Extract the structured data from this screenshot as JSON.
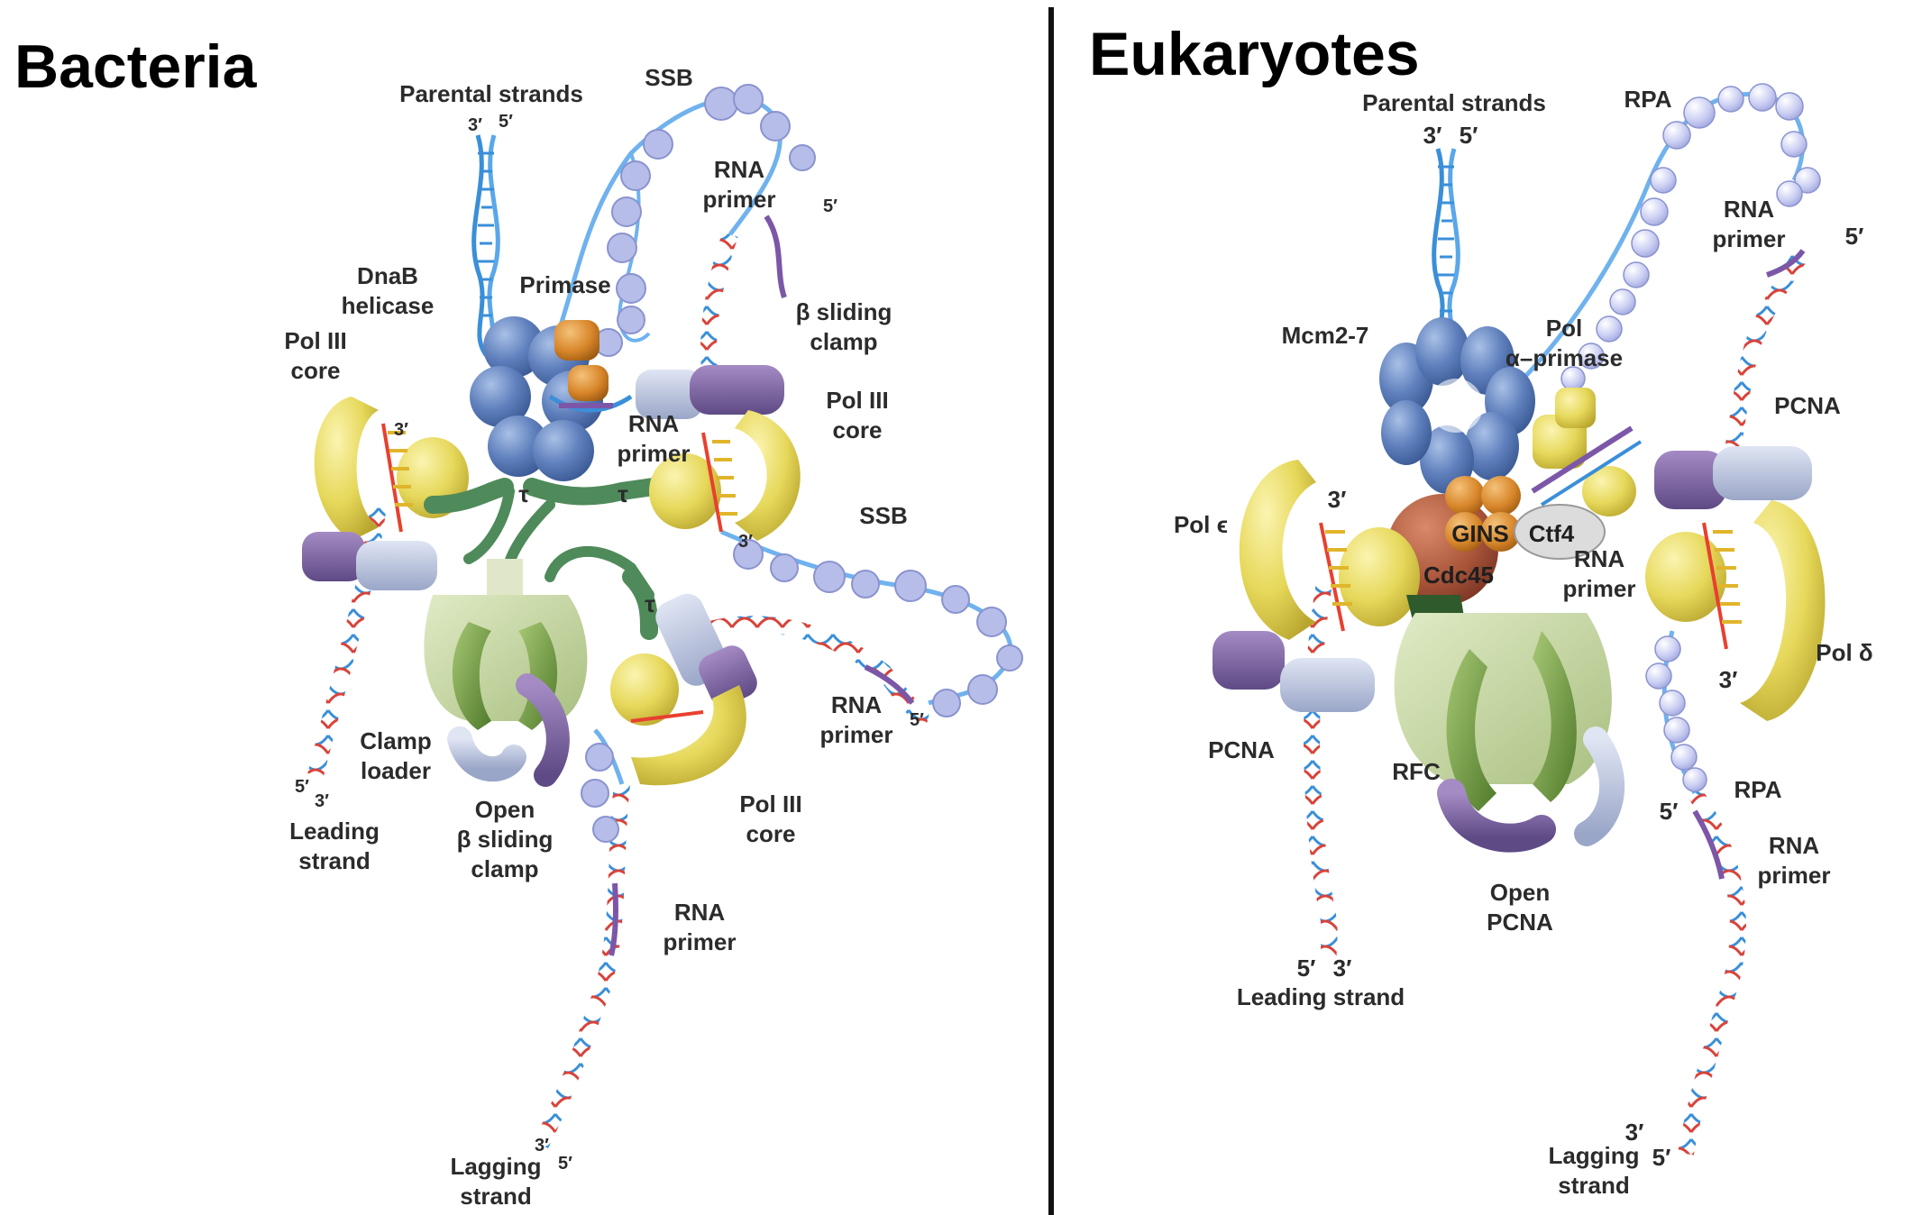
{
  "panels": [
    {
      "title": "Bacteria",
      "labels": {
        "parental_strands": "Parental strands",
        "parental_3": "3′",
        "parental_5": "5′",
        "ssb_top": "SSB",
        "rna_primer_top": "RNA\nprimer",
        "rna_primer_top_5": "5′",
        "dnab_helicase": "DnaB\nhelicase",
        "primase": "Primase",
        "beta_sliding_clamp": "β sliding\nclamp",
        "pol3_core_left": "Pol III\ncore",
        "pol3_core_right": "Pol III\ncore",
        "rna_primer_center": "RNA\nprimer",
        "tau_1": "τ",
        "tau_2": "τ",
        "tau_3": "τ",
        "leading_3_prime": "3′",
        "pol_right_3_prime": "3′",
        "ssb_right": "SSB",
        "rna_primer_right": "RNA\nprimer",
        "rna_primer_right_5": "5′",
        "clamp_loader": "Clamp\nloader",
        "open_beta_sliding_clamp": "Open\nβ sliding\nclamp",
        "pol3_core_bottom": "Pol III\ncore",
        "leading_strand": "Leading\nstrand",
        "leading_end_5": "5′",
        "leading_end_3": "3′",
        "rna_primer_bottom": "RNA\nprimer",
        "lagging_strand": "Lagging\nstrand",
        "lagging_end_3": "3′",
        "lagging_end_5": "5′"
      }
    },
    {
      "title": "Eukaryotes",
      "labels": {
        "parental_strands": "Parental strands",
        "parental_3": "3′",
        "parental_5": "5′",
        "rpa_top": "RPA",
        "rna_primer_top": "RNA\nprimer",
        "rna_primer_top_5": "5′",
        "mcm": "Mcm2-7",
        "pol_alpha_primase": "Pol\nα–primase",
        "pcna_right": "PCNA",
        "pol_epsilon": "Pol ϵ",
        "pol_epsilon_3": "3′",
        "gins": "GINS",
        "ctf4": "Ctf4",
        "cdc45": "Cdc45",
        "rna_primer_center": "RNA\nprimer",
        "pol_delta": "Pol δ",
        "pol_delta_3": "3′",
        "pcna_left": "PCNA",
        "rfc": "RFC",
        "rpa_bottom": "RPA",
        "rpa_bottom_5": "5′",
        "rna_primer_bottom": "RNA\nprimer",
        "open_pcna": "Open\nPCNA",
        "leading_end_5": "5′",
        "leading_end_3": "3′",
        "leading_strand": "Leading strand",
        "lagging_end_3": "3′",
        "lagging_end_5": "5′",
        "lagging_strand": "Lagging\nstrand"
      }
    }
  ]
}
